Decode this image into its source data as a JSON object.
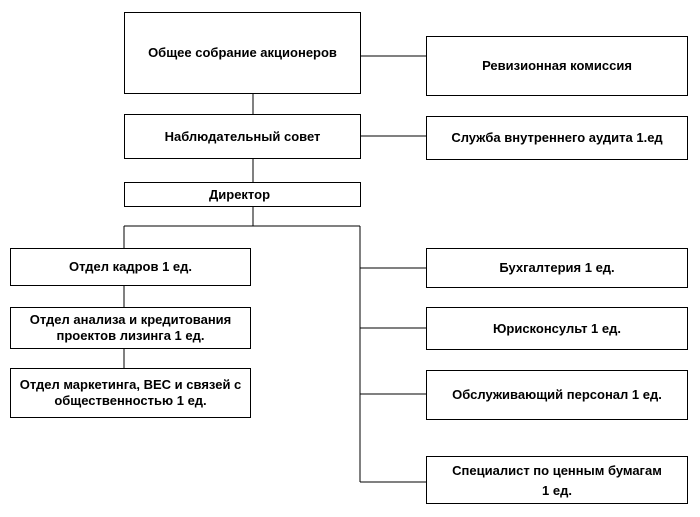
{
  "boxes": {
    "shareholders_meeting": "Общее собрание акционеров",
    "audit_commission": "Ревизионная комиссия",
    "supervisory_board": "Наблюдательный совет",
    "internal_audit": "Служба внутреннего аудита 1.ед",
    "director": "Директор",
    "hr_department": "Отдел кадров 1 ед.",
    "analysis_department": "Отдел анализа и кредитования проектов лизинга 1 ед.",
    "marketing_department": "Отдел маркетинга, ВЕС и связей с общественностью 1 ед.",
    "accounting": "Бухгалтерия 1 ед.",
    "legal_counsel": "Юрисконсульт 1 ед.",
    "service_staff": "Обслуживающий персонал 1 ед.",
    "securities_specialist_line1": "Специалист по ценным бумагам",
    "securities_specialist_line2": "1 ед."
  }
}
